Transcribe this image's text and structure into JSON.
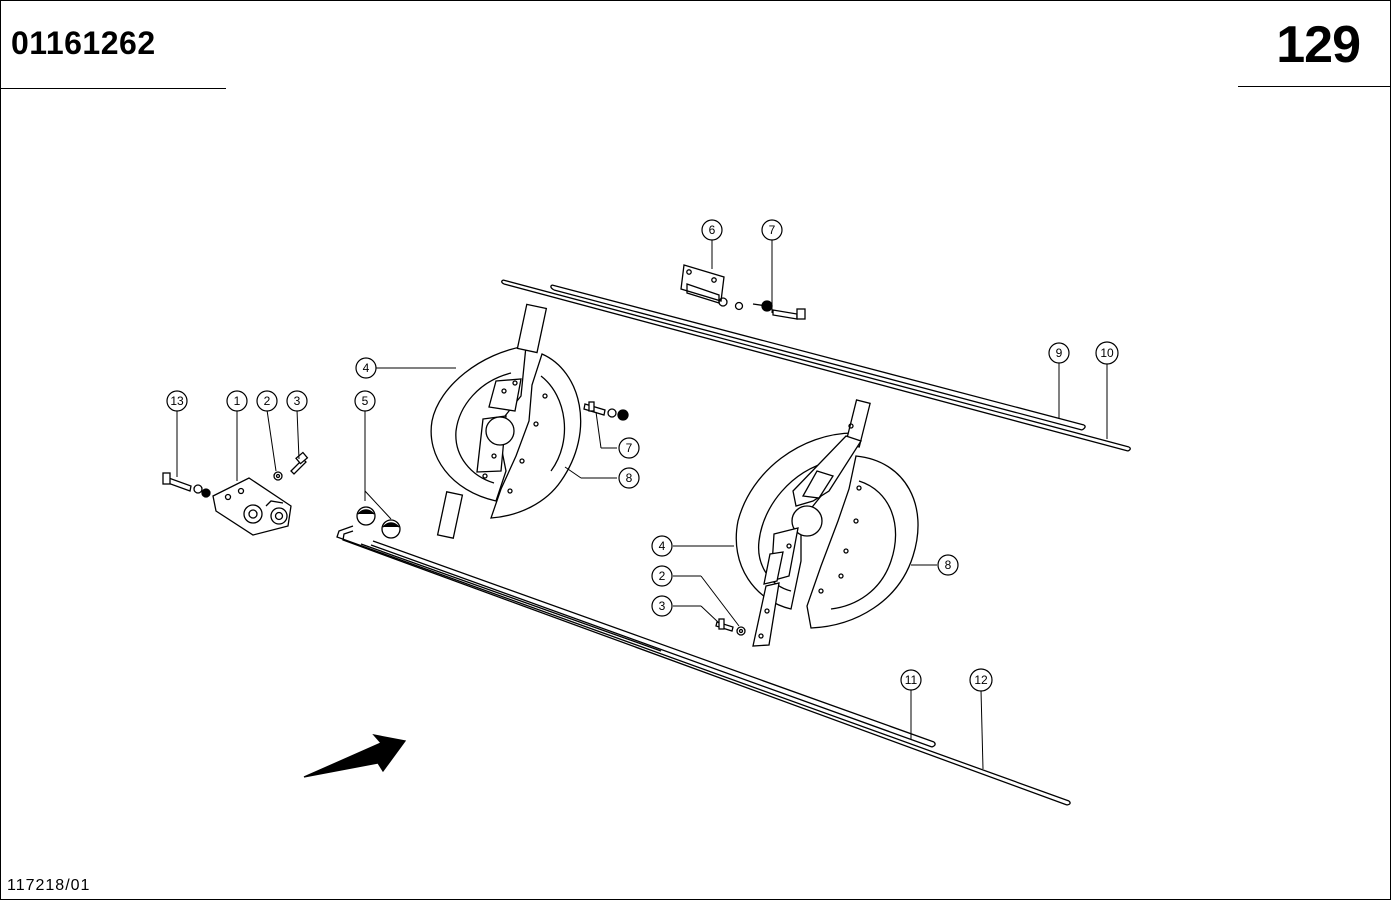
{
  "header": {
    "document_number": "01161262",
    "page_number": "129"
  },
  "footer": {
    "figure_reference": "117218/01"
  },
  "callouts": {
    "c13": "13",
    "c1": "1",
    "c2a": "2",
    "c3a": "3",
    "c4a": "4",
    "c5": "5",
    "c6": "6",
    "c7a": "7",
    "c7b": "7",
    "c8a": "8",
    "c9": "9",
    "c10": "10",
    "c4b": "4",
    "c2b": "2",
    "c3b": "3",
    "c8b": "8",
    "c11": "11",
    "c12": "12"
  },
  "direction_arrow": {
    "icon": "direction-arrow-icon"
  }
}
